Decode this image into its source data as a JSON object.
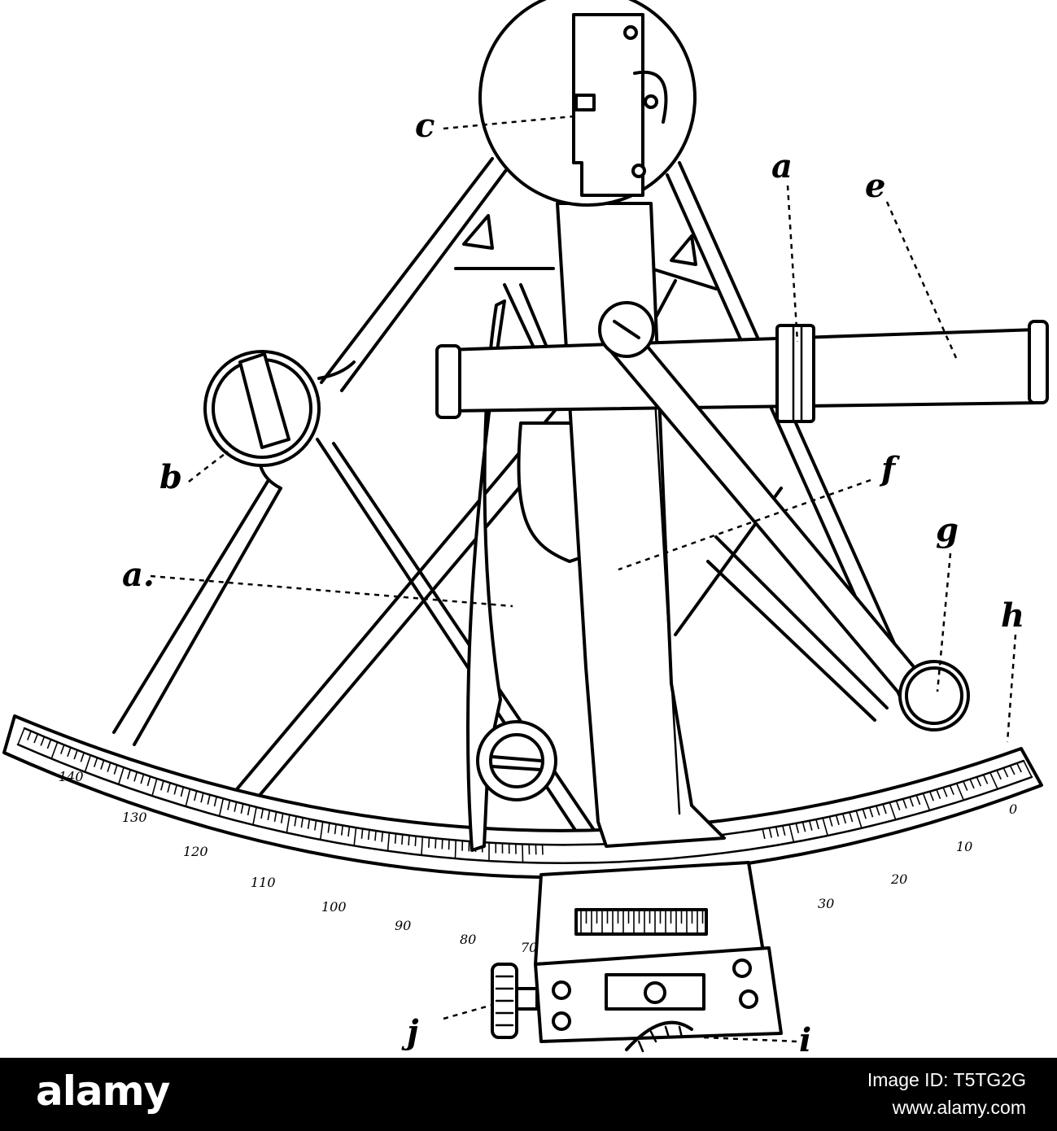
{
  "labels": {
    "c": "c",
    "a_top": "a",
    "e": "e",
    "b": "b",
    "f": "f",
    "g": "g",
    "a_left": "a.",
    "h": "h",
    "j": "j",
    "i": "i"
  },
  "scale_numbers": [
    "140",
    "130",
    "120",
    "110",
    "100",
    "90",
    "80",
    "70",
    "30",
    "20",
    "10",
    "0"
  ],
  "footer": {
    "brand": "alamy",
    "image_id_label": "Image ID: T5TG2G",
    "site": "www.alamy.com"
  },
  "colors": {
    "ink": "#000000",
    "paper": "#ffffff",
    "footer": "#000000"
  }
}
